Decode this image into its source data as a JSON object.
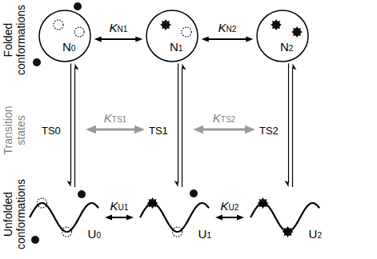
{
  "diagram": {
    "nodes": [
      {
        "text": [
          "N0"
        ]
      },
      {
        "text": [
          "N1"
        ]
      },
      {
        "text": [
          "N2"
        ]
      },
      {
        "text": [
          "TS0"
        ]
      },
      {
        "text": [
          "TS1"
        ]
      },
      {
        "text": [
          "TS2"
        ]
      },
      {
        "text": [
          "U0"
        ]
      },
      {
        "text": [
          "U1"
        ]
      },
      {
        "text": [
          "U2"
        ]
      }
    ],
    "edges": [
      {
        "from": 0,
        "to": 1,
        "arrow": "both",
        "label": "KN1"
      },
      {
        "from": 1,
        "to": 2,
        "arrow": "both",
        "label": "KN2"
      },
      {
        "from": 3,
        "to": 4,
        "arrow": "both",
        "label": "KTS1"
      },
      {
        "from": 4,
        "to": 5,
        "arrow": "both",
        "label": "KTS2"
      },
      {
        "from": 6,
        "to": 7,
        "arrow": "both",
        "label": "KU1"
      },
      {
        "from": 7,
        "to": 8,
        "arrow": "both",
        "label": "KU2"
      },
      {
        "from": 0,
        "to": 6,
        "arrow": "both"
      },
      {
        "from": 1,
        "to": 7,
        "arrow": "both"
      },
      {
        "from": 2,
        "to": 8,
        "arrow": "both"
      }
    ],
    "labels": [
      "Folded conformations",
      "Transition states",
      "Unfolded conformations"
    ]
  }
}
